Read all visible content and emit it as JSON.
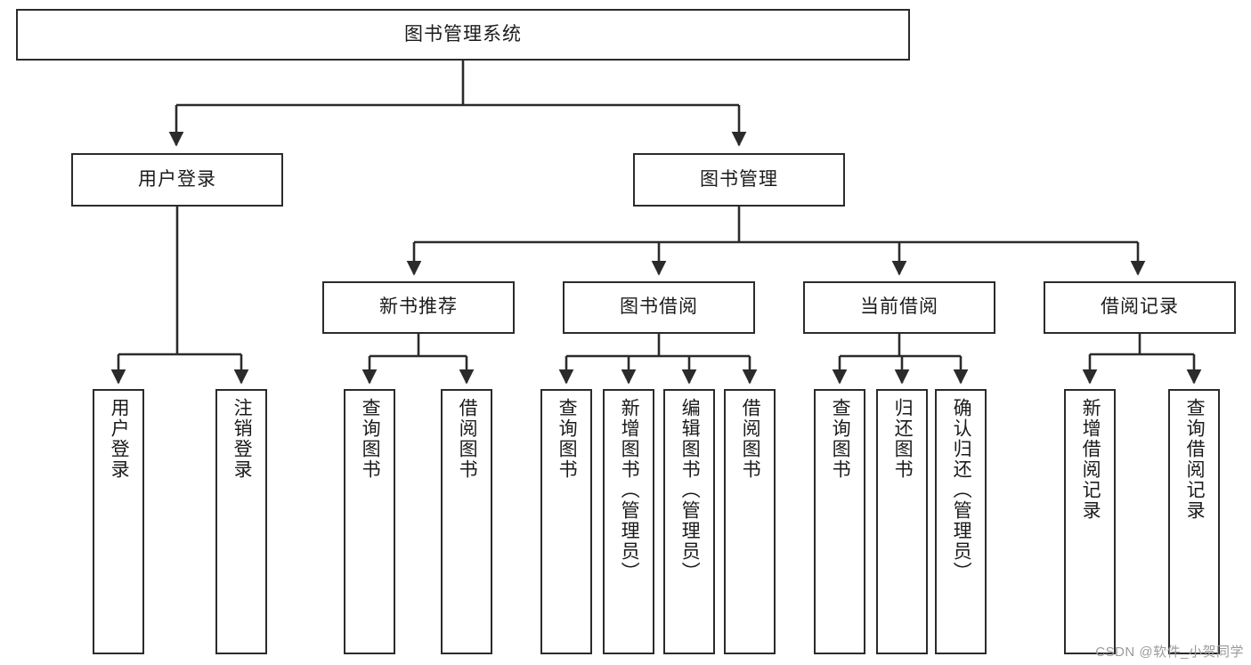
{
  "diagram": {
    "title": "图书管理系统",
    "type": "hierarchy-tree",
    "watermark": "CSDN @软件_小贺同学",
    "colors": {
      "stroke": "#2b2b2b",
      "fill": "#ffffff",
      "text": "#1b1b1b",
      "watermark": "#9a9a9a"
    },
    "nodes": {
      "root": {
        "label": "图书管理系统"
      },
      "level1": [
        {
          "id": "user-login",
          "label": "用户登录"
        },
        {
          "id": "book-manage",
          "label": "图书管理"
        }
      ],
      "level2": [
        {
          "id": "new-book-recommend",
          "label": "新书推荐"
        },
        {
          "id": "book-borrow",
          "label": "图书借阅"
        },
        {
          "id": "current-borrow",
          "label": "当前借阅"
        },
        {
          "id": "borrow-record",
          "label": "借阅记录"
        }
      ],
      "leaves": {
        "user-login": [
          {
            "id": "leaf-user-login",
            "label": "用户登录"
          },
          {
            "id": "leaf-logout-login",
            "label": "注销登录"
          }
        ],
        "new-book-recommend": [
          {
            "id": "leaf-query-book-1",
            "label": "查询图书"
          },
          {
            "id": "leaf-borrow-book-1",
            "label": "借阅图书"
          }
        ],
        "book-borrow": [
          {
            "id": "leaf-query-book-2",
            "label": "查询图书"
          },
          {
            "id": "leaf-add-book",
            "label": "新增图书（管理员）"
          },
          {
            "id": "leaf-edit-book",
            "label": "编辑图书（管理员）"
          },
          {
            "id": "leaf-borrow-book-2",
            "label": "借阅图书"
          }
        ],
        "current-borrow": [
          {
            "id": "leaf-query-book-3",
            "label": "查询图书"
          },
          {
            "id": "leaf-return-book",
            "label": "归还图书"
          },
          {
            "id": "leaf-confirm-return",
            "label": "确认归还（管理员）"
          }
        ],
        "borrow-record": [
          {
            "id": "leaf-add-record",
            "label": "新增借阅记录"
          },
          {
            "id": "leaf-query-record",
            "label": "查询借阅记录"
          }
        ]
      }
    }
  }
}
